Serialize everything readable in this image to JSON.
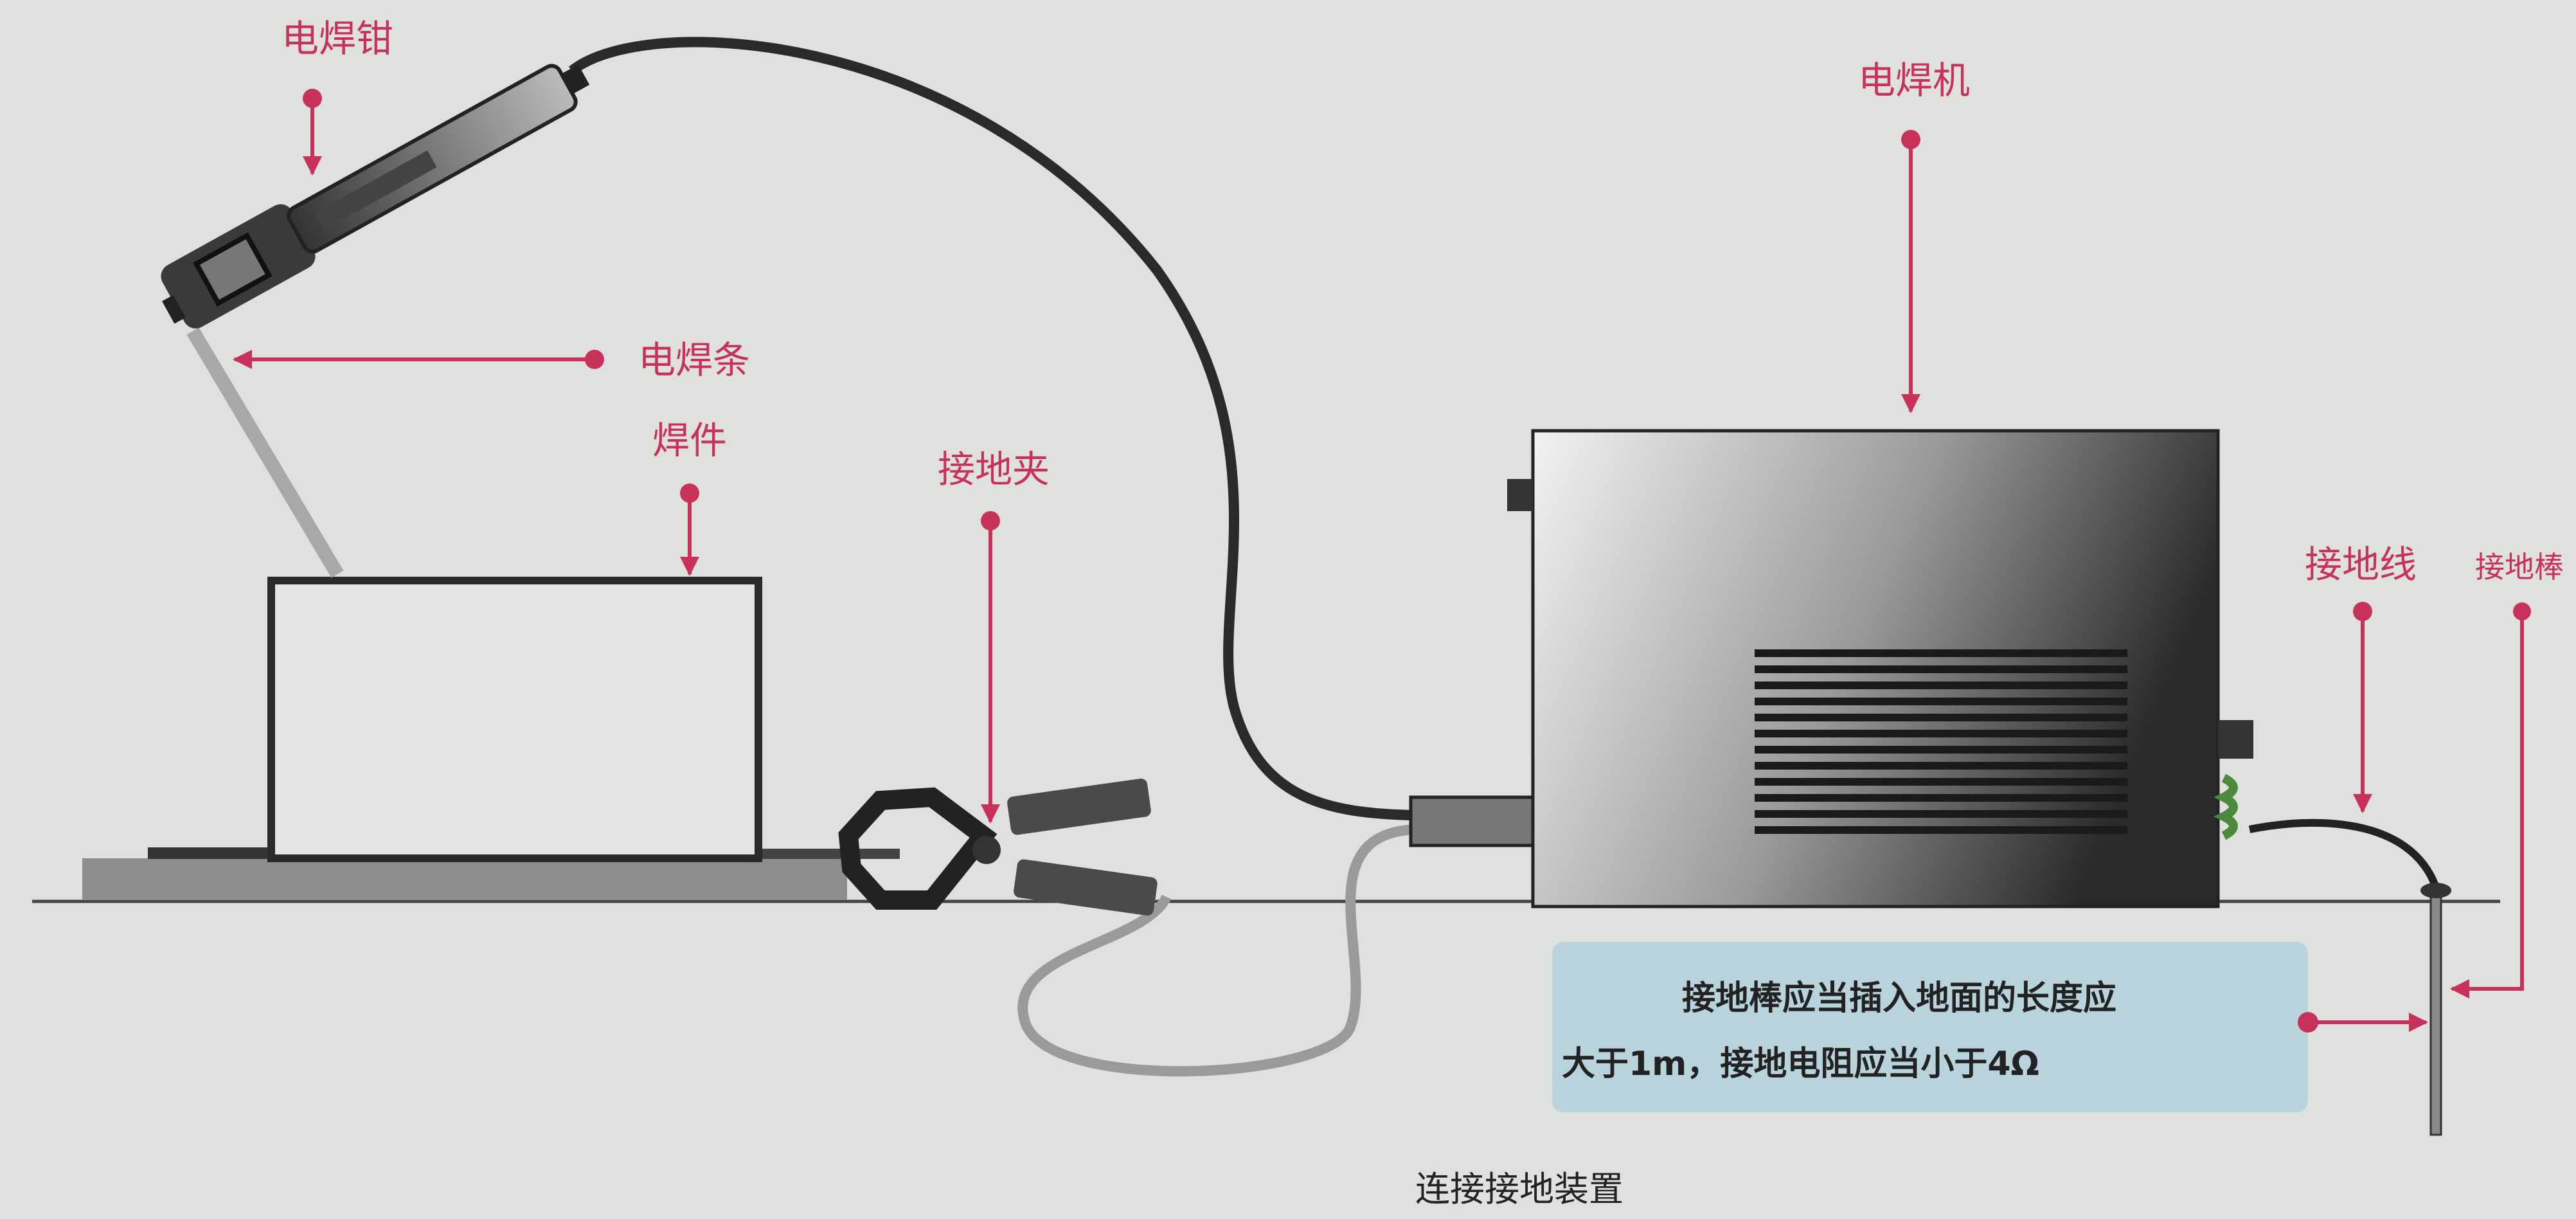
{
  "labels": {
    "holder": "电焊钳",
    "electrode": "电焊条",
    "workpiece": "焊件",
    "ground_clamp": "接地夹",
    "welder": "电焊机",
    "ground_wire": "接地线",
    "ground_rod": "接地棒"
  },
  "note": {
    "line1": "接地棒应当插入地面的长度应",
    "line2": "大于1m，接地电阻应当小于4Ω"
  },
  "caption": "连接接地装置",
  "colors": {
    "accent": "#c8325a",
    "note_bg": "#b9d3dd",
    "background": "#dfe1de"
  }
}
